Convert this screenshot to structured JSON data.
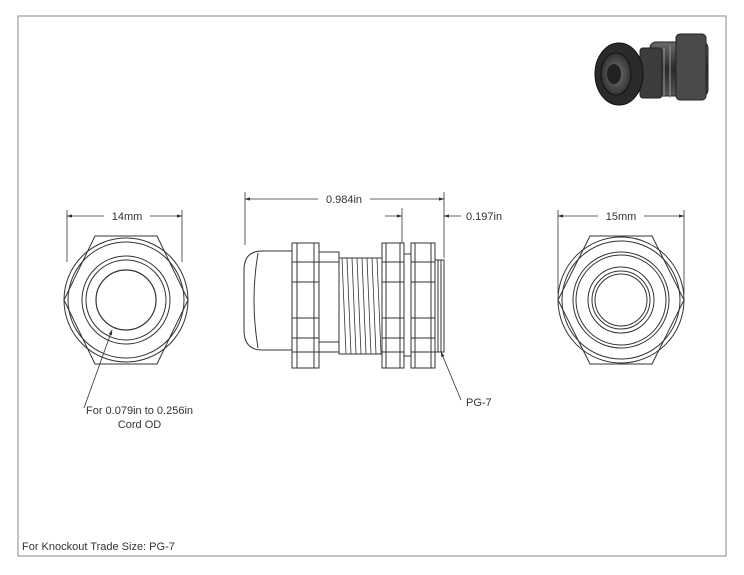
{
  "dimensions": {
    "front_width": "14mm",
    "overall_length": "0.984in",
    "thread_length": "0.197in",
    "back_width": "15mm"
  },
  "callouts": {
    "cord_range_line1": "For 0.079in to 0.256in",
    "cord_range_line2": "Cord OD",
    "thread_size": "PG-7"
  },
  "footer": {
    "trade_size": "For Knockout Trade Size: PG-7"
  },
  "colors": {
    "line": "#333333",
    "border": "#888888",
    "fill": "#ffffff",
    "render_body": "#3a3a3a"
  }
}
